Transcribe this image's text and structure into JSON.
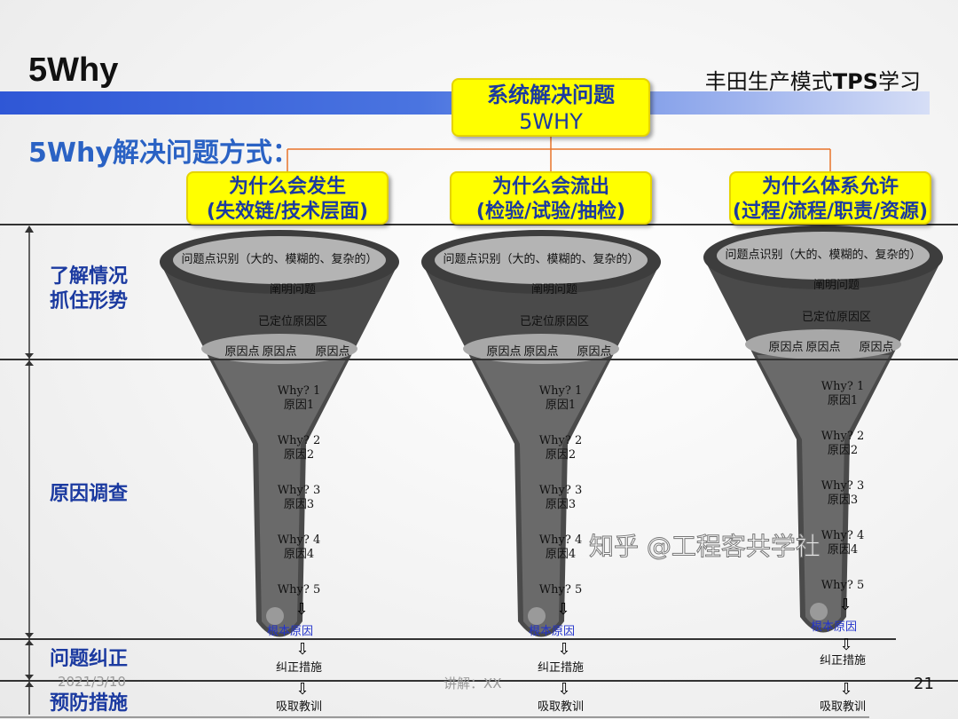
{
  "header": {
    "title": "5Why",
    "course_prefix": "丰田生产模式",
    "course_bold": "TPS",
    "course_suffix": "学习",
    "subtitle": "5Why解决问题方式："
  },
  "main_box": {
    "line1": "系统解决问题",
    "line2": "5WHY"
  },
  "categories": [
    {
      "line1": "为什么会发生",
      "line2": "(失效链/技术层面)"
    },
    {
      "line1": "为什么会流出",
      "line2": "(检验/试验/抽检)"
    },
    {
      "line1": "为什么体系允许",
      "line2": "(过程/流程/职责/资源)"
    }
  ],
  "phases": [
    {
      "line1": "了解情况",
      "line2": "抓住形势"
    },
    {
      "line1": "原因调查"
    },
    {
      "line1": "问题纠正"
    },
    {
      "line1": "预防措施"
    }
  ],
  "funnel": {
    "identify": "问题点识别（大的、模糊的、复杂的）",
    "clarify": "阐明问题",
    "located": "已定位原因区",
    "cause_points": [
      "原因点",
      "原因点",
      "原因点"
    ],
    "whys": [
      {
        "q": "Why?  1",
        "a": "原因1"
      },
      {
        "q": "Why?  2",
        "a": "原因2"
      },
      {
        "q": "Why?  3",
        "a": "原因3"
      },
      {
        "q": "Why?  4",
        "a": "原因4"
      },
      {
        "q": "Why?  5",
        "a": ""
      }
    ],
    "root_cause": "根本原因",
    "corrective": "纠正措施",
    "lessons": "吸取教训",
    "arrow": "⇩"
  },
  "footer": {
    "date": "2021/3/10",
    "speaker": "讲解：XX",
    "page": "21"
  },
  "watermark": "知乎 @工程客共学社",
  "colors": {
    "accent_blue": "#1b3aa0",
    "box_yellow": "#ffff00",
    "connector": "#e8742a",
    "root_cause": "#2233cc"
  }
}
